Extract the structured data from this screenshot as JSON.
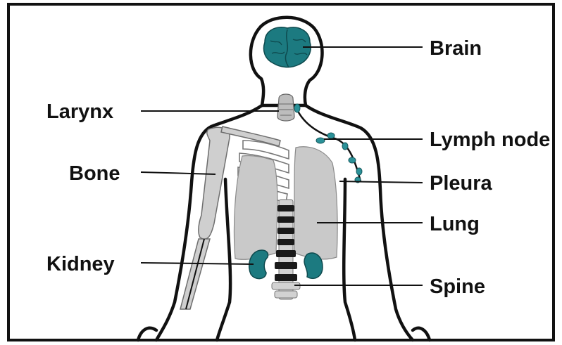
{
  "labels": {
    "brain": "Brain",
    "larynx": "Larynx",
    "lymph_node": "Lymph node",
    "bone": "Bone",
    "pleura": "Pleura",
    "lung": "Lung",
    "kidney": "Kidney",
    "spine": "Spine"
  },
  "colors": {
    "organ_teal": "#1c7a80",
    "bone_gray": "#cfcfcf",
    "outline": "#111111"
  }
}
